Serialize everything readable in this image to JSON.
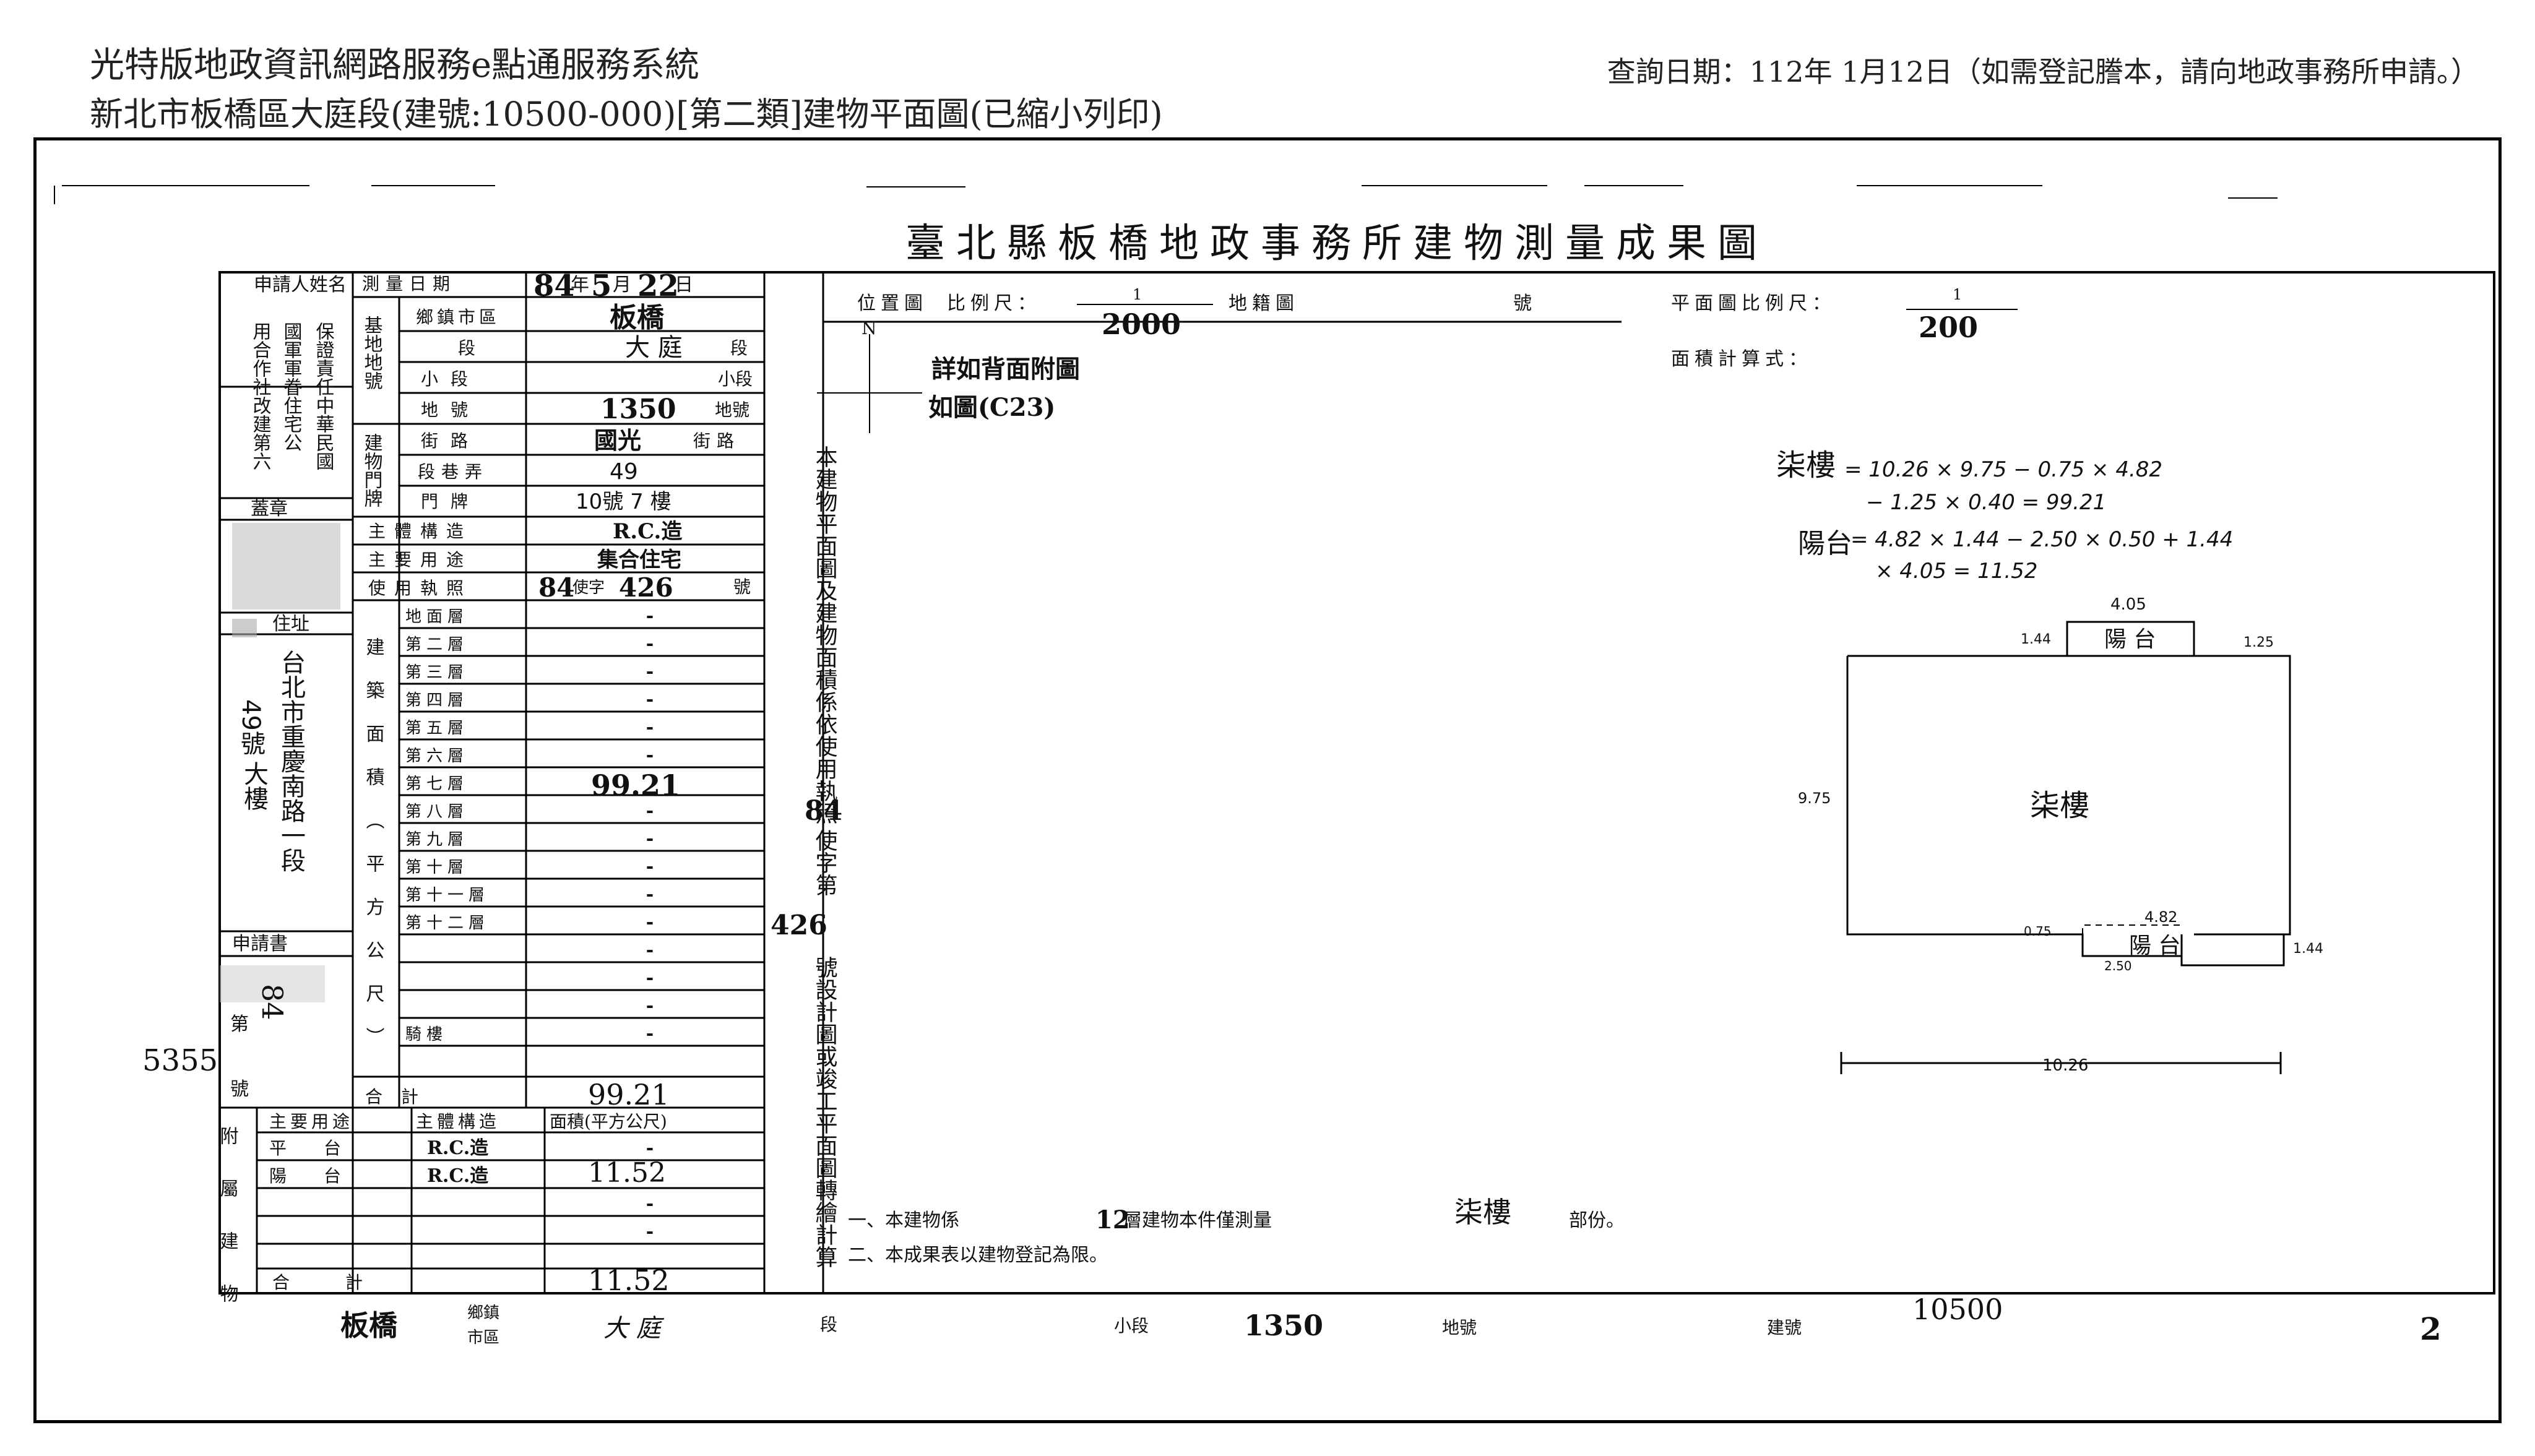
{
  "header": {
    "system_title": "光特版地政資訊網路服務e點通服務系統",
    "subtitle": "新北市板橋區大庭段(建號:10500-000)[第二類]建物平面圖(已縮小列印)",
    "query_date": "查詢日期：112年 1月12日（如需登記謄本，請向地政事務所申請。）"
  },
  "plan": {
    "title": "臺北縣板橋地政事務所建物測量成果圖",
    "applicant_label": "申請人姓名",
    "applicant_name_col1": "保證責任中華民國",
    "applicant_name_col2": "國軍軍眷住宅公",
    "applicant_name_col3": "用合作社改建第六",
    "seal_label": "蓋章",
    "address_label": "住址",
    "address_col1": "台北市重慶南路一段",
    "address_col2": "大樓",
    "address_col3": "49號",
    "application_label": "申請書",
    "application_num": "5355",
    "application_year": "84",
    "application_word": "第",
    "application_hao": "號",
    "survey_date_label": "測量日期",
    "survey_year": "84",
    "survey_month": "5",
    "survey_day": "22",
    "nian": "年",
    "yue": "月",
    "ri": "日",
    "land_label": "基地地號",
    "township_label": "鄉鎮市區",
    "township": "板橋",
    "section_label": "段",
    "section": "大 庭",
    "subsection_label": "小段",
    "lot_label": "地號",
    "lot": "1350",
    "door_label": "建物門牌",
    "street_label": "街路",
    "street": "國光",
    "lane_label": "段巷弄",
    "lane": "49",
    "door_no_label": "門牌",
    "door_no": "10號 7 樓",
    "structure_label": "主體構造",
    "structure": "R.C.造",
    "usage_label": "主要用途",
    "usage": "集合住宅",
    "license_label": "使用執照",
    "license_year": "84",
    "license_word": "使字",
    "license_no": "426",
    "license_hao": "號",
    "floor_area_group_label": "建築面積（平方公尺）",
    "floors": [
      {
        "name": "地面層",
        "value": "-"
      },
      {
        "name": "第二層",
        "value": "-"
      },
      {
        "name": "第三層",
        "value": "-"
      },
      {
        "name": "第四層",
        "value": "-"
      },
      {
        "name": "第五層",
        "value": "-"
      },
      {
        "name": "第六層",
        "value": "-"
      },
      {
        "name": "第七層",
        "value": "99.21"
      },
      {
        "name": "第八層",
        "value": "-"
      },
      {
        "name": "第九層",
        "value": "-"
      },
      {
        "name": "第十層",
        "value": "-"
      },
      {
        "name": "第十一層",
        "value": "-"
      },
      {
        "name": "第十二層",
        "value": "-"
      },
      {
        "name": "",
        "value": "-"
      },
      {
        "name": "",
        "value": "-"
      },
      {
        "name": "",
        "value": "-"
      },
      {
        "name": "騎樓",
        "value": "-"
      }
    ],
    "total_label": "合計",
    "total_value": "99.21",
    "attached_label": "附屬建物",
    "attached_headers": [
      "主要用途",
      "主體構造",
      "面積(平方公尺)"
    ],
    "attached_rows": [
      {
        "use": "平台",
        "structure": "R.C.造",
        "area": "-"
      },
      {
        "use": "陽台",
        "structure": "R.C.造",
        "area": "11.52"
      },
      {
        "use": "",
        "structure": "",
        "area": "-"
      },
      {
        "use": "",
        "structure": "",
        "area": "-"
      }
    ],
    "attached_total_label": "合計",
    "attached_total": "11.52",
    "vertical_note": "本建物平面圖及建物面積係依使用執照",
    "vertical_note2": "號設計圖或竣工平面圖轉繪計算",
    "vertical_year": "84",
    "vertical_word": "使字第",
    "vertical_no": "426",
    "location_label": "位置圖",
    "scale_label": "比例尺：",
    "scale_value": "2000",
    "scale_one": "1",
    "cadastral_label": "地籍圖",
    "hao_label": "號",
    "north": "N",
    "location_note1": "詳如背面附圖",
    "location_note2": "如圖(C23)",
    "plan_scale_label": "平面圖比例尺：",
    "plan_scale_value": "200",
    "area_calc_label": "面積計算式：",
    "calc_label1": "柒樓",
    "calc_line1": "= 10.26 × 9.75 − 0.75 × 4.82",
    "calc_line2": "− 1.25 × 0.40 = 99.21",
    "calc_label2": "陽台",
    "calc_line3": "= 4.82 × 1.44 − 2.50 × 0.50 + 1.44",
    "calc_line4": "× 4.05 = 11.52",
    "dim_top": "4.05",
    "dim_144a": "1.44",
    "dim_125": "1.25",
    "dim_975": "9.75",
    "dim_075": "0.75",
    "dim_482": "4.82",
    "dim_250": "2.50",
    "dim_144b": "1.44",
    "dim_1026": "10.26",
    "room_label": "柒樓",
    "balcony_top": "陽 台",
    "balcony_bottom": "陽 台",
    "note1_pre": "一、本建物係",
    "note1_floors": "12",
    "note1_mid": "層建物本件僅測量",
    "note1_floor": "柒樓",
    "note1_post": "部份。",
    "note2": "二、本成果表以建物登記為限。",
    "footer_township": "板橋",
    "footer_township_label1": "鄉鎮",
    "footer_township_label2": "市區",
    "footer_section": "大 庭",
    "footer_section_label": "段",
    "footer_subsection_label": "小段",
    "footer_lot": "1350",
    "footer_lot_label": "地號",
    "footer_build_label": "建號",
    "footer_build_no": "10500",
    "page_no": "2"
  }
}
